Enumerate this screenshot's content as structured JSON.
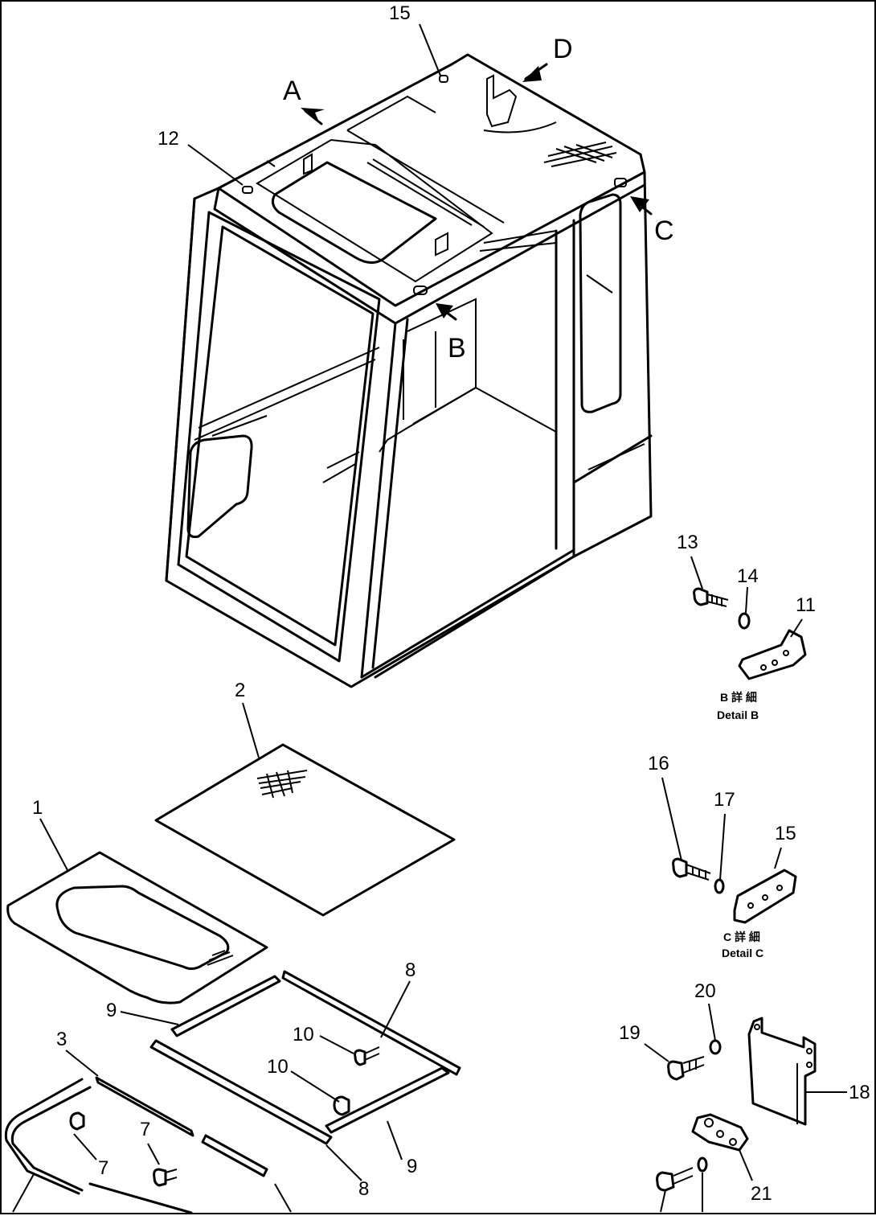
{
  "callouts": {
    "c1": "1",
    "c2": "2",
    "c3": "3",
    "c7a": "7",
    "c7b": "7",
    "c8a": "8",
    "c8b": "8",
    "c9a": "9",
    "c9b": "9",
    "c10a": "10",
    "c10b": "10",
    "c11": "11",
    "c12": "12",
    "c13": "13",
    "c14": "14",
    "c15a": "15",
    "c15b": "15",
    "c16": "16",
    "c17": "17",
    "c18": "18",
    "c19": "19",
    "c20": "20",
    "c21": "21"
  },
  "view_arrows": {
    "a": "A",
    "b": "B",
    "c": "C",
    "d": "D"
  },
  "details": {
    "b_native": "B  詳  細",
    "b_label": "Detail  B",
    "c_native": "C  詳  細",
    "c_label": "Detail  C"
  }
}
